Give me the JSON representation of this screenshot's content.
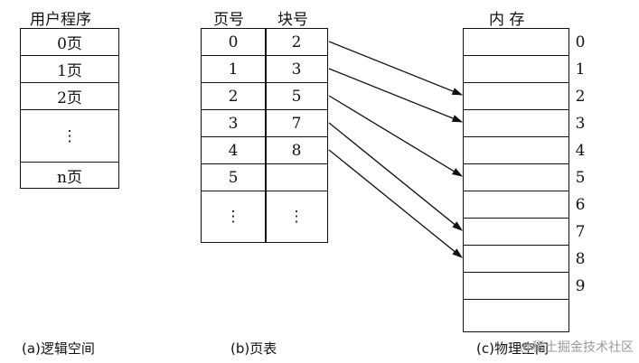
{
  "logical": {
    "header": "用户程序",
    "pages": [
      "0页",
      "1页",
      "2页",
      "⋮",
      "n页"
    ],
    "caption": "(a)逻辑空间"
  },
  "page_table": {
    "col_page": "页号",
    "col_block": "块号",
    "rows": [
      {
        "page": "0",
        "block": "2"
      },
      {
        "page": "1",
        "block": "3"
      },
      {
        "page": "2",
        "block": "5"
      },
      {
        "page": "3",
        "block": "7"
      },
      {
        "page": "4",
        "block": "8"
      },
      {
        "page": "5",
        "block": ""
      },
      {
        "page": "⋮",
        "block": "⋮"
      }
    ],
    "caption": "(b)页表"
  },
  "memory": {
    "header": "内  存",
    "indices": [
      "0",
      "1",
      "2",
      "3",
      "4",
      "5",
      "6",
      "7",
      "8",
      "9"
    ],
    "caption": "(c)物理空间"
  },
  "mappings": [
    {
      "page_row": 0,
      "block": 2
    },
    {
      "page_row": 1,
      "block": 3
    },
    {
      "page_row": 2,
      "block": 5
    },
    {
      "page_row": 3,
      "block": 7
    },
    {
      "page_row": 4,
      "block": 8
    }
  ],
  "watermark": "@稀土掘金技术社区"
}
